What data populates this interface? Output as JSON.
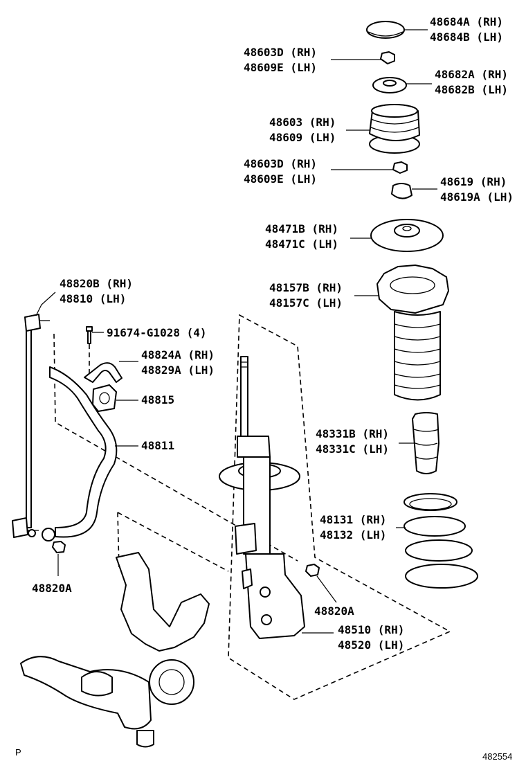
{
  "labels": {
    "p48684": [
      "48684A (RH)",
      "48684B (LH)"
    ],
    "p48603d_top": [
      "48603D (RH)",
      "48609E (LH)"
    ],
    "p48682": [
      "48682A (RH)",
      "48682B (LH)"
    ],
    "p48603": [
      "48603 (RH)",
      "48609 (LH)"
    ],
    "p48603d_bot": [
      "48603D (RH)",
      "48609E (LH)"
    ],
    "p48619": [
      "48619 (RH)",
      "48619A (LH)"
    ],
    "p48471": [
      "48471B (RH)",
      "48471C (LH)"
    ],
    "p48157": [
      "48157B (RH)",
      "48157C (LH)"
    ],
    "p48820b": [
      "48820B (RH)",
      "48810 (LH)"
    ],
    "p91674": [
      "91674-G1028 (4)"
    ],
    "p48824": [
      "48824A (RH)",
      "48829A (LH)"
    ],
    "p48815": [
      "48815"
    ],
    "p48811": [
      "48811"
    ],
    "p48331": [
      "48331B (RH)",
      "48331C (LH)"
    ],
    "p48131": [
      "48131 (RH)",
      "48132 (LH)"
    ],
    "p48820a_left": [
      "48820A"
    ],
    "p48820a_right": [
      "48820A"
    ],
    "p48510": [
      "48510 (RH)",
      "48520 (LH)"
    ]
  },
  "footer": {
    "corner_mark": "P",
    "diagram_number": "482554"
  }
}
